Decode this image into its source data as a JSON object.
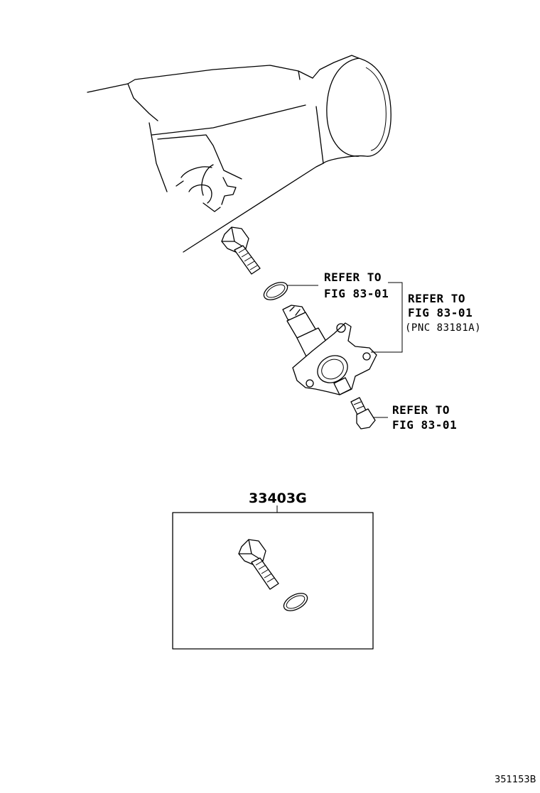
{
  "callouts": {
    "oring": {
      "line1": "REFER TO",
      "line2": "FIG 83-01"
    },
    "sensor": {
      "line1": "REFER TO",
      "line2": "FIG 83-01",
      "line3": "(PNC 83181A)"
    },
    "bolt": {
      "line1": "REFER TO",
      "line2": "FIG 83-01"
    }
  },
  "kit": {
    "part_number": "33403G"
  },
  "figure_code": "351153B"
}
